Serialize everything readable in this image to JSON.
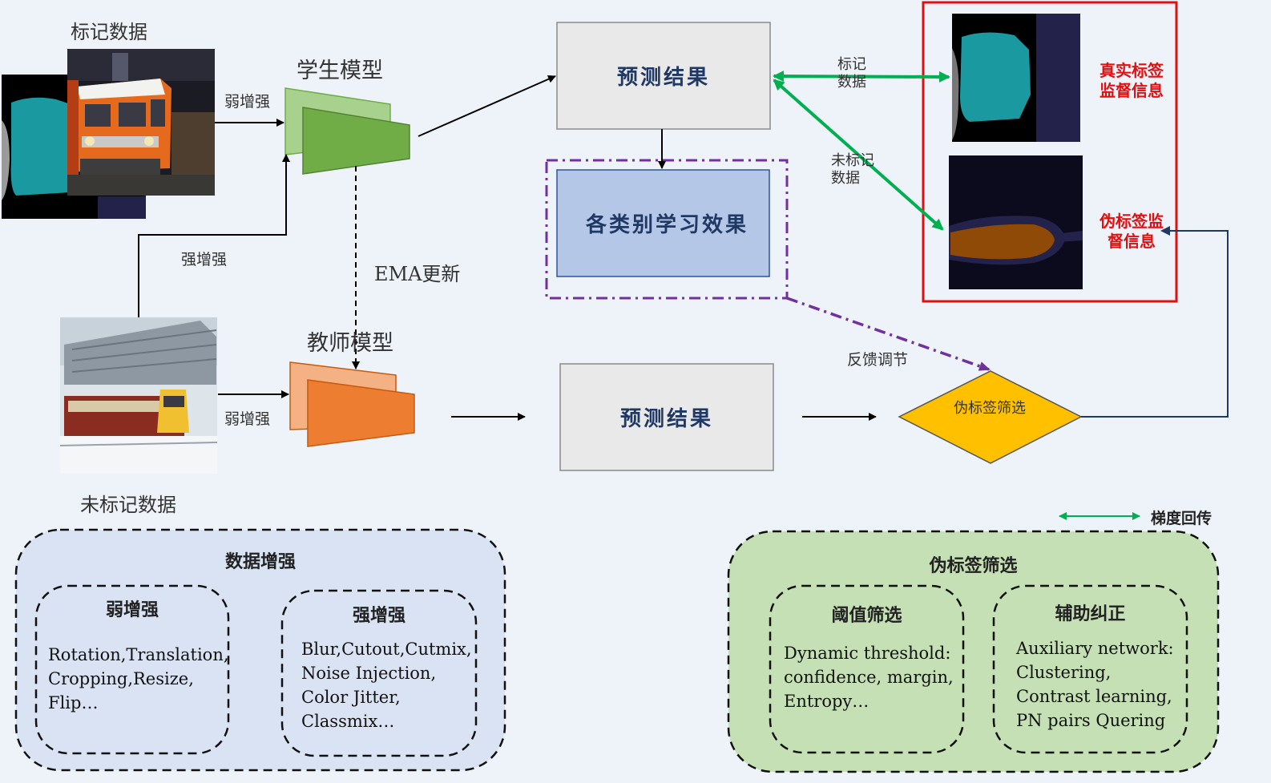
{
  "top": {
    "labeled_data": "标记数据",
    "unlabeled_data": "未标记数据",
    "student_model": "学生模型",
    "teacher_model": "教师模型",
    "ema_update": "EMA更新",
    "weak_aug_top": "弱增强",
    "weak_aug_bottom": "弱增强",
    "strong_aug": "强增强",
    "pred_top": "预测结果",
    "pred_bottom": "预测结果",
    "class_learning": "各类别学习效果",
    "feedback": "反馈调节",
    "pseudo_filter_node": "伪标签筛选",
    "arrow_labeled": "标记数据",
    "arrow_unlabeled": "未标记数据",
    "true_label": "真实标签监督信息",
    "pseudo_label": "伪标签监督信息",
    "gradient_legend": "梯度回传"
  },
  "panels": {
    "data_aug": {
      "title": "数据增强",
      "weak": {
        "title": "弱增强",
        "body": "Rotation,Translation,\nCropping,Resize,\nFlip…"
      },
      "strong": {
        "title": "强增强",
        "body": "Blur,Cutout,Cutmix,\nNoise Injection,\nColor Jitter,\nClassmix…"
      }
    },
    "pseudo_select": {
      "title": "伪标签筛选",
      "threshold": {
        "title": "阈值筛选",
        "body": "Dynamic threshold:\nconfidence, margin,\nEntropy…"
      },
      "aux": {
        "title": "辅助纠正",
        "body": "Auxiliary network:\nClustering,\nContrast learning,\nPN pairs Quering"
      }
    }
  },
  "colors": {
    "background": "#eef3f9",
    "student": "#70ad47",
    "teacher": "#ed7d31",
    "class_box": "#b4c7e7",
    "diamond": "#ffc000",
    "green_arrow": "#00b050",
    "purple_dash": "#7030a0",
    "red_frame": "#e01010",
    "navy_line": "#1f3864",
    "panel_blue": "#dae3f3",
    "panel_green": "#c5e0b4"
  }
}
